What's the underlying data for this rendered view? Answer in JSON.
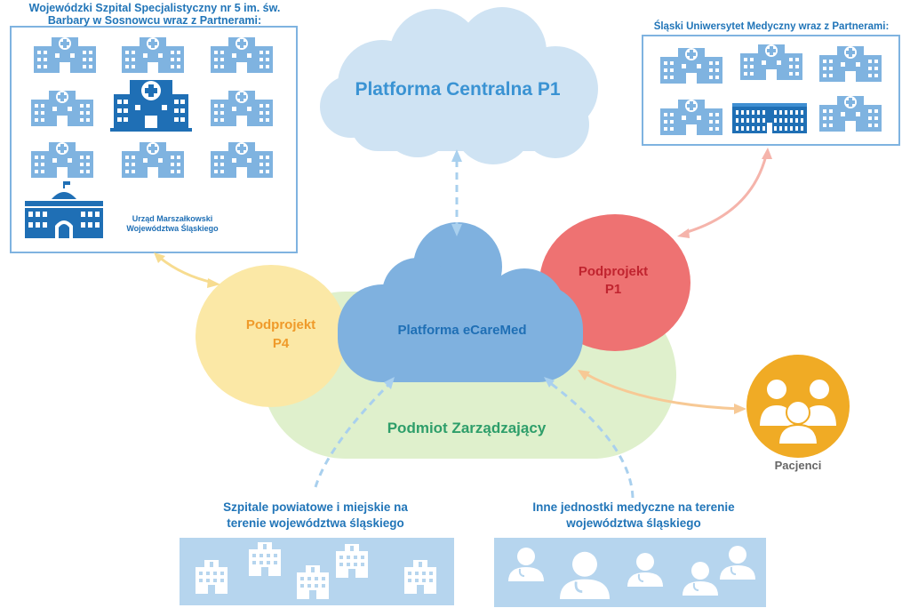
{
  "colors": {
    "hospital_light": "#7fb3e0",
    "hospital_dark": "#1f6fb5",
    "cloud_central": "#cfe3f3",
    "cloud_ecare": "#7fb1df",
    "p1_circle": "#ee7272",
    "p4_circle": "#fbe8a6",
    "pod_green": "#dff0cc",
    "patient_orange": "#f0ab25",
    "panel_blue": "#b6d5ee",
    "title_text": "#2175b8"
  },
  "left_box": {
    "title": "Wojewódzki Szpital Specjalistyczny nr 5 im. św. Barbary w Sosnowcu wraz z Partnerami:",
    "urzad_label": "Urząd Marszałkowski Województwa Śląskiego"
  },
  "right_box": {
    "title": "Śląski Uniwersytet Medyczny wraz z Partnerami:"
  },
  "central_cloud": {
    "label": "Platforma Centralna P1"
  },
  "ecare_cloud": {
    "label": "Platforma eCareMed"
  },
  "p1": {
    "label_line1": "Podprojekt",
    "label_line2": "P1"
  },
  "p4": {
    "label_line1": "Podprojekt",
    "label_line2": "P4"
  },
  "podmiot": {
    "label": "Podmiot Zarządzający"
  },
  "patients": {
    "label": "Pacjenci"
  },
  "bottom_left": {
    "line1": "Szpitale powiatowe i miejskie na",
    "line2": "terenie województwa śląskiego"
  },
  "bottom_right": {
    "line1": "Inne jednostki medyczne na terenie",
    "line2": "województwa śląskiego"
  }
}
